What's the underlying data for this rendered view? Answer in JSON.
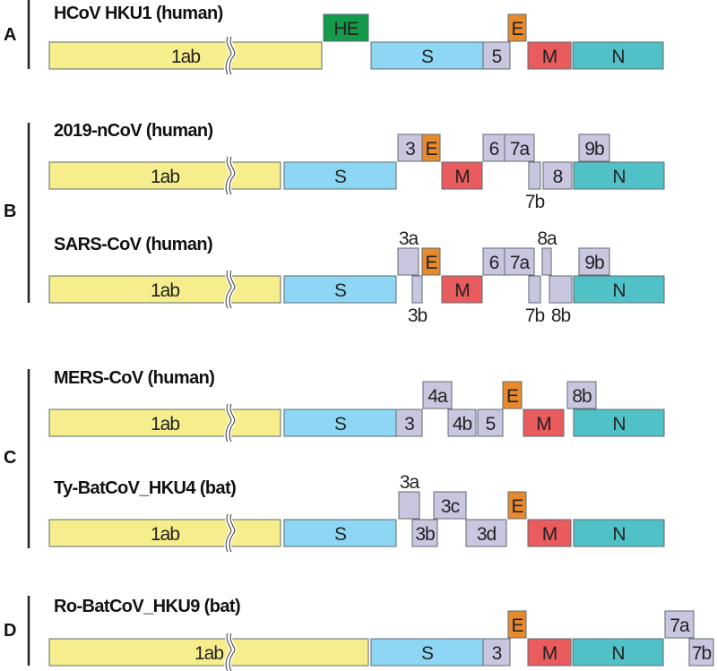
{
  "colors": {
    "orf1ab": "#f6ee8c",
    "spike": "#8ed7f4",
    "accessory": "#c9c6e0",
    "envelope": "#e8892b",
    "hemagglutinin": "#139a4b",
    "membrane": "#e95b5d",
    "nucleocapsid": "#51c1c8",
    "border": "#5e6b70"
  },
  "panels": [
    {
      "letter": "A"
    },
    {
      "letter": "B"
    },
    {
      "letter": "C"
    },
    {
      "letter": "D"
    }
  ],
  "genomes": [
    {
      "panel": "A",
      "title": "HCoV HKU1 (human)",
      "genes": [
        {
          "label": "1ab",
          "type": "orf1ab"
        },
        {
          "label": "HE",
          "type": "hemagglutinin"
        },
        {
          "label": "S",
          "type": "spike"
        },
        {
          "label": "5",
          "type": "accessory"
        },
        {
          "label": "E",
          "type": "envelope"
        },
        {
          "label": "M",
          "type": "membrane"
        },
        {
          "label": "N",
          "type": "nucleocapsid"
        }
      ]
    },
    {
      "panel": "B",
      "title": "2019-nCoV (human)",
      "genes": [
        {
          "label": "1ab",
          "type": "orf1ab"
        },
        {
          "label": "S",
          "type": "spike"
        },
        {
          "label": "3",
          "type": "accessory"
        },
        {
          "label": "E",
          "type": "envelope"
        },
        {
          "label": "M",
          "type": "membrane"
        },
        {
          "label": "6",
          "type": "accessory"
        },
        {
          "label": "7a",
          "type": "accessory"
        },
        {
          "label": "7b",
          "type": "accessory"
        },
        {
          "label": "8",
          "type": "accessory"
        },
        {
          "label": "9b",
          "type": "accessory"
        },
        {
          "label": "N",
          "type": "nucleocapsid"
        }
      ]
    },
    {
      "panel": "B",
      "title": "SARS-CoV (human)",
      "genes": [
        {
          "label": "1ab",
          "type": "orf1ab"
        },
        {
          "label": "S",
          "type": "spike"
        },
        {
          "label": "3a",
          "type": "accessory"
        },
        {
          "label": "3b",
          "type": "accessory"
        },
        {
          "label": "E",
          "type": "envelope"
        },
        {
          "label": "M",
          "type": "membrane"
        },
        {
          "label": "6",
          "type": "accessory"
        },
        {
          "label": "7a",
          "type": "accessory"
        },
        {
          "label": "7b",
          "type": "accessory"
        },
        {
          "label": "8a",
          "type": "accessory"
        },
        {
          "label": "8b",
          "type": "accessory"
        },
        {
          "label": "9b",
          "type": "accessory"
        },
        {
          "label": "N",
          "type": "nucleocapsid"
        }
      ]
    },
    {
      "panel": "C",
      "title": "MERS-CoV (human)",
      "genes": [
        {
          "label": "1ab",
          "type": "orf1ab"
        },
        {
          "label": "S",
          "type": "spike"
        },
        {
          "label": "3",
          "type": "accessory"
        },
        {
          "label": "4a",
          "type": "accessory"
        },
        {
          "label": "4b",
          "type": "accessory"
        },
        {
          "label": "5",
          "type": "accessory"
        },
        {
          "label": "E",
          "type": "envelope"
        },
        {
          "label": "M",
          "type": "membrane"
        },
        {
          "label": "8b",
          "type": "accessory"
        },
        {
          "label": "N",
          "type": "nucleocapsid"
        }
      ]
    },
    {
      "panel": "C",
      "title": "Ty-BatCoV_HKU4 (bat)",
      "genes": [
        {
          "label": "1ab",
          "type": "orf1ab"
        },
        {
          "label": "S",
          "type": "spike"
        },
        {
          "label": "3a",
          "type": "accessory"
        },
        {
          "label": "3b",
          "type": "accessory"
        },
        {
          "label": "3c",
          "type": "accessory"
        },
        {
          "label": "3d",
          "type": "accessory"
        },
        {
          "label": "E",
          "type": "envelope"
        },
        {
          "label": "M",
          "type": "membrane"
        },
        {
          "label": "N",
          "type": "nucleocapsid"
        }
      ]
    },
    {
      "panel": "D",
      "title": "Ro-BatCoV_HKU9 (bat)",
      "genes": [
        {
          "label": "1ab",
          "type": "orf1ab"
        },
        {
          "label": "S",
          "type": "spike"
        },
        {
          "label": "3",
          "type": "accessory"
        },
        {
          "label": "E",
          "type": "envelope"
        },
        {
          "label": "M",
          "type": "membrane"
        },
        {
          "label": "N",
          "type": "nucleocapsid"
        },
        {
          "label": "7a",
          "type": "accessory"
        },
        {
          "label": "7b",
          "type": "accessory"
        }
      ]
    }
  ]
}
